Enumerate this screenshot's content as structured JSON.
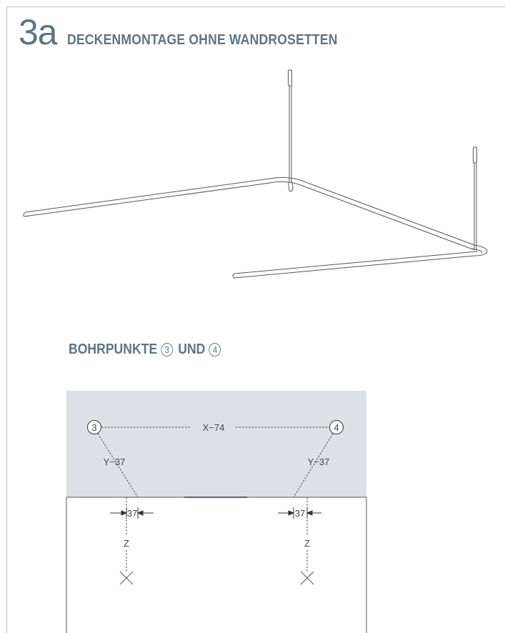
{
  "header": {
    "step_number": "3a",
    "title": "DECKENMONTAGE OHNE WANDROSETTEN"
  },
  "drilling": {
    "heading_prefix": "BOHRPUNKTE",
    "point_a": "3",
    "connector": "UND",
    "point_b": "4"
  },
  "dimensions": {
    "marker_left": "3",
    "marker_right": "4",
    "x_label": "X−74",
    "y_left": "Y−37",
    "y_right": "Y−37",
    "offset_left": "37",
    "offset_right": "37",
    "z_left": "Z",
    "z_right": "Z"
  },
  "colors": {
    "accent": "#5f7482",
    "ceiling": "#dde1e6",
    "line": "#555555"
  }
}
